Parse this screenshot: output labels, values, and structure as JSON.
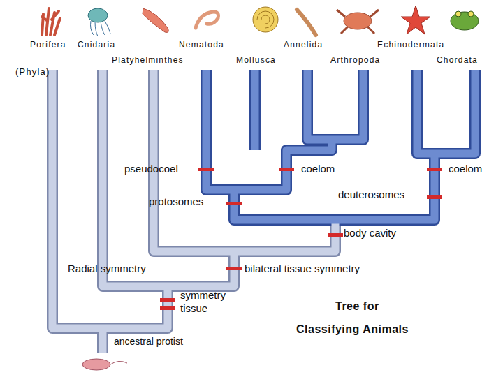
{
  "diagram": {
    "labels": [
      "Porifera",
      "Cnidaria",
      "Nematoda",
      "Annelida",
      "Echinodermata",
      "Platyhelminthes",
      "Mollusca",
      "Arthropoda",
      "Chordata",
      "(Phyla)",
      "pseudocoel",
      "coelom",
      "coelom",
      "deuterosomes",
      "protosomes",
      "body cavity",
      "Radial symmetry",
      "bilateral tissue symmetry",
      "symmetry",
      "tissue",
      "Tree for",
      "Classifying Animals",
      "ancestral protist"
    ]
  }
}
